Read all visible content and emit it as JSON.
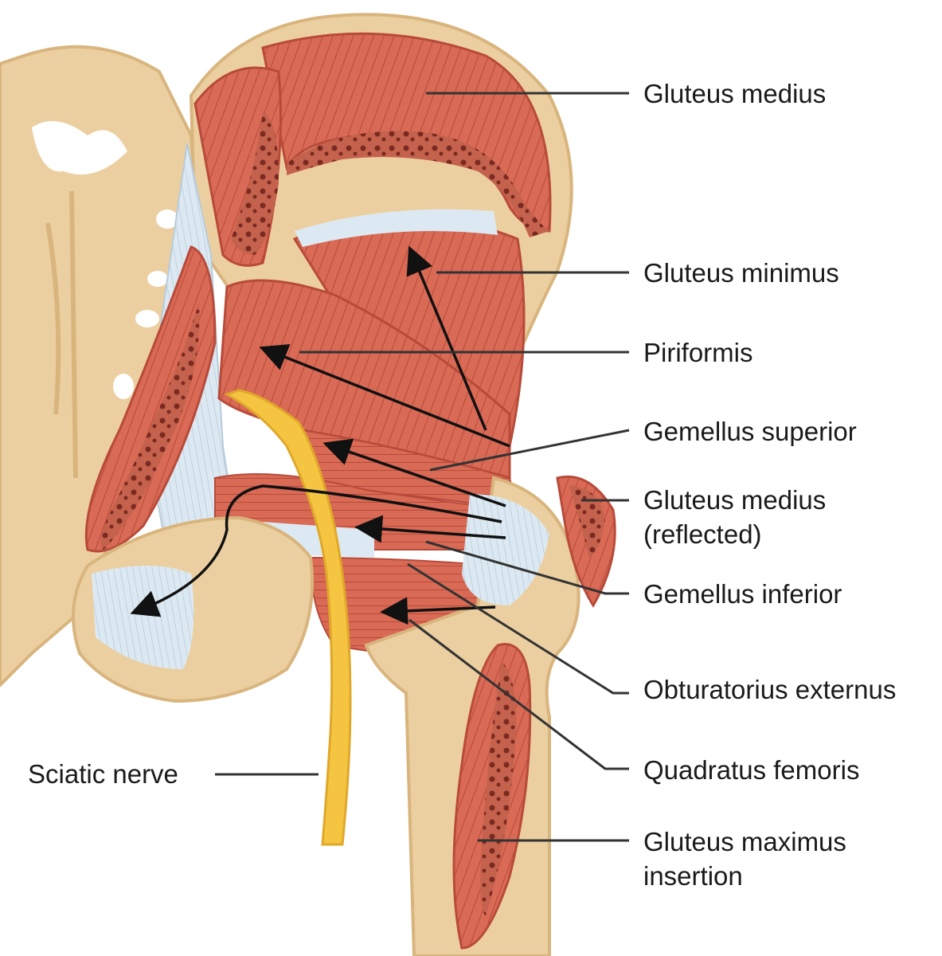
{
  "colors": {
    "bone": "#eccfa0",
    "bone_shadow": "#d9b57e",
    "muscle": "#d96a55",
    "muscle_dark": "#b84a3a",
    "muscle_light": "#ef9a86",
    "tendon": "#dce9f2",
    "nerve": "#f5c542",
    "leader": "#333333",
    "arrow": "#111111"
  },
  "labels": {
    "gluteus_medius": "Gluteus medius",
    "gluteus_minimus": "Gluteus minimus",
    "piriformis": "Piriformis",
    "gemellus_superior": "Gemellus superior",
    "gluteus_medius_reflected_1": "Gluteus medius",
    "gluteus_medius_reflected_2": "(reflected)",
    "gemellus_inferior": "Gemellus inferior",
    "obturatorius_externus": "Obturatorius externus",
    "quadratus_femoris": "Quadratus femoris",
    "sciatic_nerve": "Sciatic nerve",
    "gluteus_maximus_insertion_1": "Gluteus maximus",
    "gluteus_maximus_insertion_2": "insertion"
  }
}
